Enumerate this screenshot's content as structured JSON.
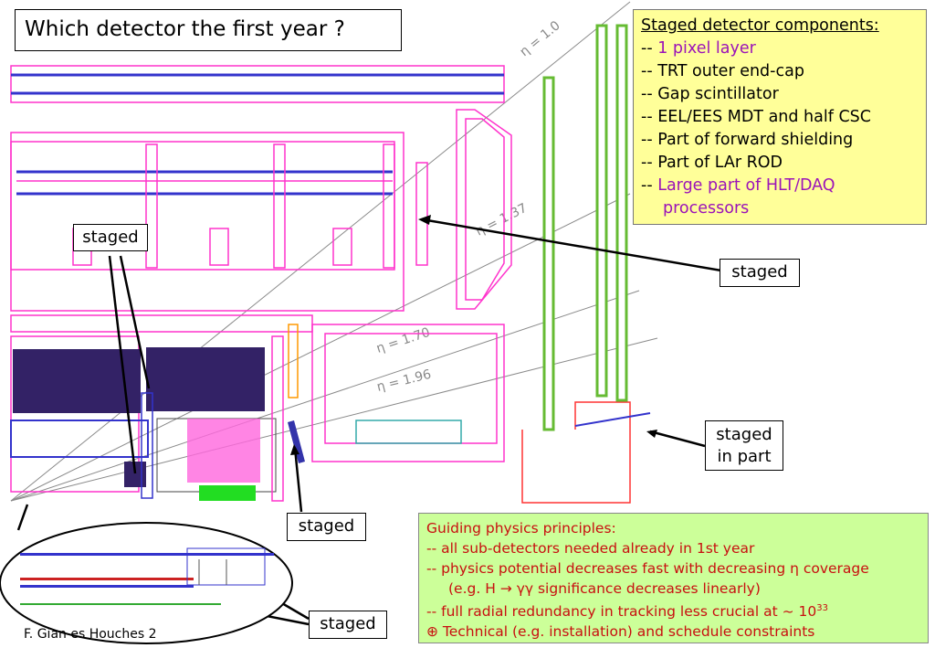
{
  "title": "Which detector the first year ?",
  "staged_components": {
    "heading": "Staged detector components:",
    "items": [
      {
        "text": "-- ",
        "highlight": "1 pixel layer"
      },
      {
        "text": "-- TRT outer end-cap"
      },
      {
        "text": "-- Gap scintillator"
      },
      {
        "text": "-- EEL/EES MDT and half CSC"
      },
      {
        "text": "-- Part of forward shielding"
      },
      {
        "text": "-- Part of LAr ROD"
      },
      {
        "text": "-- ",
        "highlight": "Large part of  HLT/DAQ"
      }
    ],
    "continuation": "processors"
  },
  "labels": {
    "staged_top_left": "staged",
    "staged_right": "staged",
    "staged_in_part_1": "staged",
    "staged_in_part_2": "in part",
    "staged_bottom_mid": "staged",
    "staged_bottom": "staged"
  },
  "eta_labels": [
    "η = 1.0",
    "η = 1.37",
    "η = 1.70",
    "η = 1.96"
  ],
  "guiding": {
    "heading": "Guiding physics principles:",
    "lines": [
      "-- all sub-detectors needed already in 1st year",
      "-- physics potential decreases fast with decreasing η coverage",
      "(e.g. H → γγ significance decreases linearly)",
      "-- full radial redundancy  in tracking less crucial at ~ 10",
      "⊕ Technical (e.g. installation) and schedule constraints"
    ],
    "superscript": "33"
  },
  "footer": "F. Gian                                   es Houches 2",
  "colors": {
    "yellow_box": "#ffff99",
    "green_box": "#ccff99",
    "magenta": "#ff33cc",
    "blue": "#3333cc",
    "detector_green": "#66bb33",
    "guiding_text": "#c81010",
    "highlight_text": "#9b14b8"
  }
}
